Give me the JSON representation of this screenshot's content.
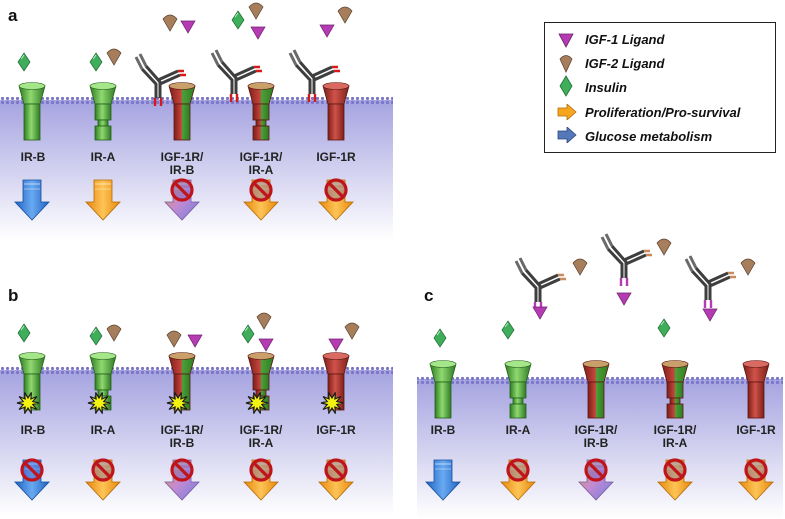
{
  "panels": {
    "a": {
      "letter": "a",
      "receptors": [
        {
          "label_1": "IR-B",
          "label_2": ""
        },
        {
          "label_1": "IR-A",
          "label_2": ""
        },
        {
          "label_1": "IGF-1R/",
          "label_2": "IR-B"
        },
        {
          "label_1": "IGF-1R/",
          "label_2": "IR-A"
        },
        {
          "label_1": "IGF-1R",
          "label_2": ""
        }
      ]
    },
    "b": {
      "letter": "b",
      "receptors": [
        {
          "label_1": "IR-B",
          "label_2": ""
        },
        {
          "label_1": "IR-A",
          "label_2": ""
        },
        {
          "label_1": "IGF-1R/",
          "label_2": "IR-B"
        },
        {
          "label_1": "IGF-1R/",
          "label_2": "IR-A"
        },
        {
          "label_1": "IGF-1R",
          "label_2": ""
        }
      ]
    },
    "c": {
      "letter": "c",
      "receptors": [
        {
          "label_1": "IR-B",
          "label_2": ""
        },
        {
          "label_1": "IR-A",
          "label_2": ""
        },
        {
          "label_1": "IGF-1R/",
          "label_2": "IR-B"
        },
        {
          "label_1": "IGF-1R/",
          "label_2": "IR-A"
        },
        {
          "label_1": "IGF-1R",
          "label_2": ""
        }
      ]
    }
  },
  "legend": {
    "items": [
      {
        "icon": "igf1-ligand-icon",
        "label": "IGF-1 Ligand"
      },
      {
        "icon": "igf2-ligand-icon",
        "label": "IGF-2 Ligand"
      },
      {
        "icon": "insulin-icon",
        "label": "Insulin"
      },
      {
        "icon": "proliferation-arrow-icon",
        "label": "Proliferation/Pro-survival"
      },
      {
        "icon": "glucose-arrow-icon",
        "label": "Glucose metabolism"
      }
    ]
  },
  "colors": {
    "ir_green": "#4fae3c",
    "igf1r_red": "#b0342c",
    "igf1_ligand": "#b53bb3",
    "igf2_ligand": "#a77e5c",
    "insulin": "#3fae5a",
    "orange_arrow": "#f7a51f",
    "blue_arrow": "#2f7fd8",
    "membrane_top": "#9a97d8",
    "membrane_bottom": "#ffffff"
  }
}
